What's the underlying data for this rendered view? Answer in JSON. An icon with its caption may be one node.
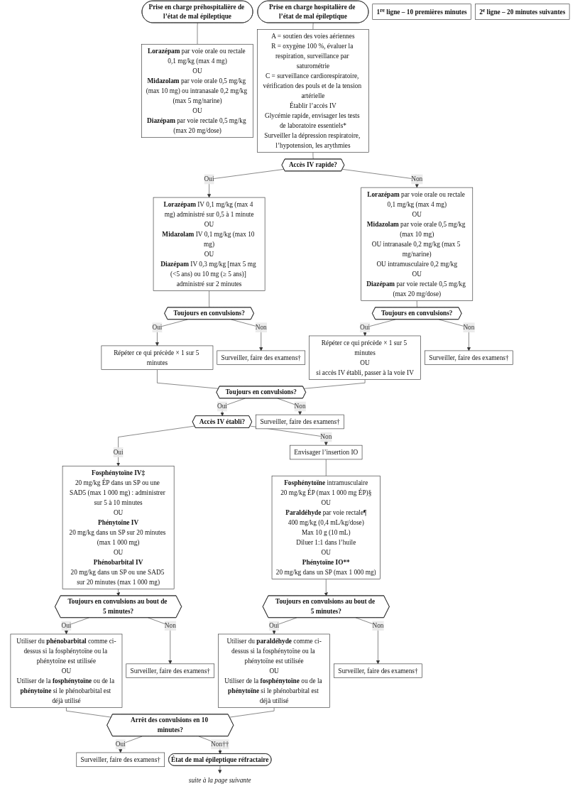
{
  "diagram": {
    "nodes": [
      {
        "text": [
          "Prise en charge préhospitalière de l’état de mal épileptique"
        ]
      },
      {
        "text": [
          "**Lorazépam** par voie orale ou rectale 0,1 mg/kg (max 4 mg)",
          "OU",
          "**Midazolam** par voie orale 0,5 mg/kg (max 10 mg) ou intranasale 0,2 mg/kg (max 5 mg/narine)",
          "OU",
          "**Diazépam** par voie rectale 0,5 mg/kg (max 20 mg/dose)"
        ]
      },
      {
        "text": [
          "Prise en charge hospitalière de l’état de mal épileptique"
        ]
      },
      {
        "text": [
          "A = soutien des voies aériennes",
          "R = oxygène 100 %, évaluer la respiration, surveillance par saturométrie",
          "C = surveillance cardiorespiratoire, vérification des pouls et de la tension artérielle",
          "Établir l’accès IV",
          "Glycémie rapide, envisager les tests de laboratoire essentiels*",
          "Surveiller la dépression respiratoire, l’hypotension, les arythmies"
        ]
      },
      {
        "text": [
          "Accès IV rapide?"
        ]
      },
      {
        "text": [
          "**Lorazépam** IV 0,1 mg/kg (max 4 mg) administré sur 0,5 à 1 minute",
          "OU",
          "**Midazolam** IV 0,1 mg/kg (max 10 mg)",
          "OU",
          "**Diazépam** IV 0,3 mg/kg [max 5 mg (<5 ans) ou 10 mg (≥ 5 ans)] administré sur 2 minutes"
        ]
      },
      {
        "text": [
          "**Lorazépam** par voie orale ou rectale 0,1 mg/kg (max 4 mg)",
          "OU",
          "**Midazolam** par voie orale 0,5 mg/kg (max 10 mg)",
          "OU intranasale 0,2 mg/kg (max 5 mg/narine)",
          "OU intramusculaire 0,2 mg/kg",
          "OU",
          "**Diazépam** par voie rectale 0,5 mg/kg (max 20 mg/dose)"
        ]
      },
      {
        "text": [
          "Toujours en convulsions?"
        ]
      },
      {
        "text": [
          "Répéter ce qui précède × 1 sur 5 minutes"
        ]
      },
      {
        "text": [
          "Surveiller, faire des examens†"
        ]
      },
      {
        "text": [
          "Toujours en convulsions?"
        ]
      },
      {
        "text": [
          "Répéter ce qui précède × 1 sur 5 minutes",
          "OU",
          "si accès IV établi, passer à la voie IV"
        ]
      },
      {
        "text": [
          "Surveiller, faire des examens†"
        ]
      },
      {
        "text": [
          "Toujours en convulsions?"
        ]
      },
      {
        "text": [
          "Accès IV établi?"
        ]
      },
      {
        "text": [
          "Surveiller, faire des examens†"
        ]
      },
      {
        "text": [
          "**Fosphénytoïne IV‡**",
          "20 mg/kg ÉP dans un SP ou une SAD5 (max 1 000 mg) : administrer sur 5 à 10 minutes",
          "OU",
          "**Phénytoïne IV**",
          "20 mg/kg dans un SP sur 20 minutes (max 1 000 mg)",
          "OU",
          "**Phénobarbital IV**",
          "20 mg/kg dans un SP ou une SAD5 sur 20 minutes (max 1 000 mg)"
        ]
      },
      {
        "text": [
          "Envisager l’insertion IO"
        ]
      },
      {
        "text": [
          "**Fosphénytoïne** intramusculaire",
          "20 mg/kg ÉP (max 1 000 mg ÉP)§",
          "OU",
          "**Paraldéhyde** par voie rectale¶",
          "400 mg/kg (0,4 mL/kg/dose)",
          "Max 10 g (10 mL)",
          "Diluer 1:1 dans l’huile",
          "OU",
          "**Phénytoïne IO****",
          "20 mg/kg dans un SP (max 1 000 mg)"
        ]
      },
      {
        "text": [
          "Toujours en convulsions au bout de 5 minutes?"
        ]
      },
      {
        "text": [
          "Utiliser du **phénobarbital** comme ci-dessus si la fosphénytoïne ou la phénytoïne est utilisée",
          "OU",
          "Utiliser de la **fosphénytoïne** ou de la **phénytoïne** si le phénobarbital est déjà utilisé"
        ]
      },
      {
        "text": [
          "Surveiller, faire des examens†"
        ]
      },
      {
        "text": [
          "Toujours en convulsions au bout de 5 minutes?"
        ]
      },
      {
        "text": [
          "Utiliser du **paraldéhyde** comme ci-dessus si la fosphénytoïne ou la phénytoïne est utilisée",
          "OU",
          "Utiliser de la **fosphénytoïne** ou de la **phénytoïne** si le phénobarbital est déjà utilisé"
        ]
      },
      {
        "text": [
          "Surveiller, faire des examens†"
        ]
      },
      {
        "text": [
          "Arrêt des convulsions en 10 minutes?"
        ]
      },
      {
        "text": [
          "Surveiller, faire des examens†"
        ]
      },
      {
        "text": [
          "État de mal épileptique réfractaire"
        ]
      },
      {
        "text": [
          "suite à la page suivante"
        ]
      },
      {
        "text": [
          "1$^{re}$ ligne – 10 premières minutes"
        ]
      },
      {
        "text": [
          "2$^{e}$ ligne – 20 minutes suivantes"
        ]
      }
    ],
    "edges": [
      {
        "from": 0,
        "to": 1,
        "arrow": "none"
      },
      {
        "from": 2,
        "to": 3,
        "arrow": "none"
      },
      {
        "from": 3,
        "to": 4,
        "arrow": "none"
      },
      {
        "from": 4,
        "to": 5,
        "arrow": "to",
        "label": "Oui"
      },
      {
        "from": 4,
        "to": 6,
        "arrow": "to",
        "label": "Non"
      },
      {
        "from": 5,
        "to": 7,
        "arrow": "none"
      },
      {
        "from": 7,
        "to": 8,
        "arrow": "to",
        "label": "Oui"
      },
      {
        "from": 7,
        "to": 9,
        "arrow": "to",
        "label": "Non"
      },
      {
        "from": 6,
        "to": 10,
        "arrow": "none"
      },
      {
        "from": 10,
        "to": 11,
        "arrow": "to",
        "label": "Oui"
      },
      {
        "from": 10,
        "to": 12,
        "arrow": "to",
        "label": "Non"
      },
      {
        "from": 11,
        "to": 13,
        "arrow": "none"
      },
      {
        "from": 8,
        "to": 13,
        "arrow": "none"
      },
      {
        "from": 13,
        "to": 14,
        "arrow": "to",
        "label": "Oui"
      },
      {
        "from": 13,
        "to": 15,
        "arrow": "to",
        "label": "Non"
      },
      {
        "from": 14,
        "to": 16,
        "arrow": "to",
        "label": "Oui"
      },
      {
        "from": 14,
        "to": 17,
        "arrow": "to",
        "label": "Non"
      },
      {
        "from": 17,
        "to": 18,
        "arrow": "none"
      },
      {
        "from": 16,
        "to": 19,
        "arrow": "to"
      },
      {
        "from": 19,
        "to": 20,
        "arrow": "to",
        "label": "Oui"
      },
      {
        "from": 19,
        "to": 21,
        "arrow": "to",
        "label": "Non"
      },
      {
        "from": 18,
        "to": 22,
        "arrow": "to"
      },
      {
        "from": 22,
        "to": 23,
        "arrow": "to",
        "label": "Oui"
      },
      {
        "from": 22,
        "to": 24,
        "arrow": "to",
        "label": "Non"
      },
      {
        "from": 23,
        "to": 25,
        "arrow": "none"
      },
      {
        "from": 20,
        "to": 25,
        "arrow": "none"
      },
      {
        "from": 25,
        "to": 26,
        "arrow": "to",
        "label": "Oui"
      },
      {
        "from": 25,
        "to": 27,
        "arrow": "to",
        "label": "Non††"
      },
      {
        "from": 27,
        "to": 28,
        "arrow": "to"
      }
    ]
  }
}
